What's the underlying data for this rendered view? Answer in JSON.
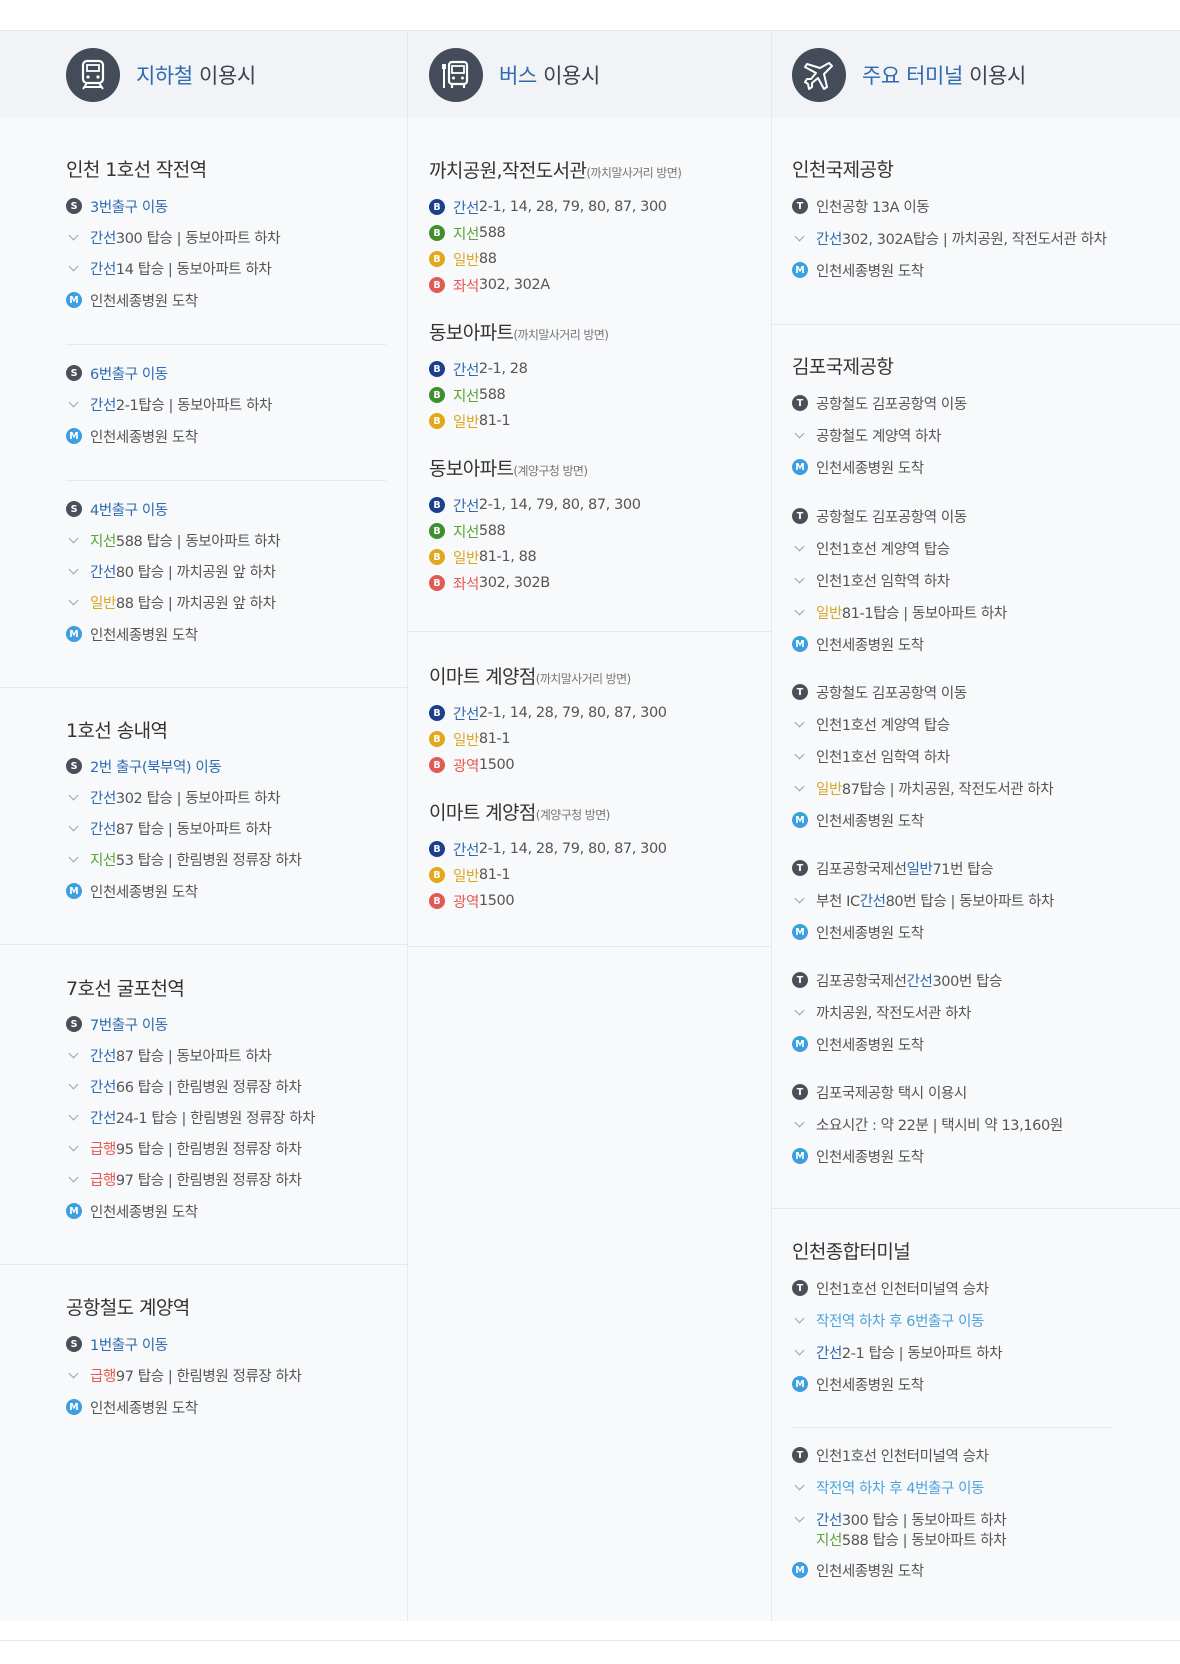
{
  "subway": {
    "title": "지하철 이용시",
    "title_hl": "지하철",
    "title_rest": " 이용시",
    "s1": {
      "title": "인천 1호선 작전역",
      "r1": {
        "step": "3번출구 이동",
        "a": "간선",
        "a_txt": " 300 탑승 | 동보아파트 하차",
        "b": "간선",
        "b_txt": " 14 탑승  |  동보아파트 하차",
        "end": "인천세종병원 도착"
      },
      "r2": {
        "step": "6번출구 이동",
        "a": "간선",
        "a_txt": " 2-1탑승 | 동보아파트 하차",
        "end": "인천세종병원 도착"
      },
      "r3": {
        "step": "4번출구 이동",
        "a": "지선",
        "a_txt": " 588 탑승 | 동보아파트 하차",
        "b": "간선",
        "b_txt": " 80 탑승 | 까치공원 앞 하차",
        "c": "일반",
        "c_txt": " 88 탑승 | 까치공원 앞 하차",
        "end": "인천세종병원 도착"
      }
    },
    "s2": {
      "title": "1호선 송내역",
      "step": "2번 출구(북부역) 이동",
      "a": "간선",
      "a_txt": " 302 탑승  |  동보아파트 하차",
      "b": "간선",
      "b_txt": " 87 탑승  |  동보아파트 하차",
      "c": "지선",
      "c_txt": " 53 탑승  |  한림병원 정류장 하차",
      "end": "인천세종병원 도착"
    },
    "s3": {
      "title": "7호선 굴포천역",
      "step": "7번출구 이동",
      "a": "간선",
      "a_txt": " 87 탑승 | 동보아파트 하차",
      "b": "간선",
      "b_txt": " 66 탑승  |  한림병원 정류장 하차",
      "c": "간선",
      "c_txt": " 24-1 탑승  | 한림병원 정류장 하차",
      "d": "급행",
      "d_txt": " 95 탑승  | 한림병원 정류장 하차",
      "e": "급행",
      "e_txt": " 97 탑승  | 한림병원 정류장 하차",
      "end": "인천세종병원 도착"
    },
    "s4": {
      "title": "공항철도 계양역",
      "step": "1번출구 이동",
      "a": "급행",
      "a_txt": " 97 탑승  |  한림병원 정류장 하차",
      "end": "인천세종병원 도착"
    }
  },
  "bus": {
    "title_hl": "버스",
    "title_rest": " 이용시",
    "s1": {
      "g1": {
        "title": "까치공원,작전도서관",
        "sub": "(까치말사거리 방면)",
        "l1": "간선",
        "v1": " 2-1, 14, 28, 79, 80, 87, 300",
        "l2": "지선",
        "v2": " 588",
        "l3": "일반",
        "v3": " 88",
        "l4": "좌석",
        "v4": " 302, 302A"
      },
      "g2": {
        "title": "동보아파트",
        "sub": "(까치말사거리 방면)",
        "l1": "간선",
        "v1": " 2-1, 28",
        "l2": "지선",
        "v2": " 588",
        "l3": "일반",
        "v3": " 81-1"
      },
      "g3": {
        "title": "동보아파트",
        "sub": "(계양구청 방면)",
        "l1": "간선",
        "v1": " 2-1, 14, 79, 80, 87, 300",
        "l2": "지선",
        "v2": " 588",
        "l3": "일반",
        "v3": " 81-1, 88",
        "l4": "좌석",
        "v4": " 302, 302B"
      }
    },
    "s2": {
      "g1": {
        "title": "이마트 계양점",
        "sub": "(까치말사거리 방면)",
        "l1": "간선",
        "v1": " 2-1, 14, 28, 79, 80, 87, 300",
        "l2": "일반",
        "v2": " 81-1",
        "l3": "광역",
        "v3": " 1500"
      },
      "g2": {
        "title": "이마트 계양점",
        "sub": "(계양구청 방면)",
        "l1": "간선",
        "v1": " 2-1, 14, 28, 79, 80, 87, 300",
        "l2": "일반",
        "v2": " 81-1",
        "l3": "광역",
        "v3": " 1500"
      }
    }
  },
  "terminal": {
    "title_hl": "주요 터미널",
    "title_rest": " 이용시",
    "s1": {
      "title": "인천국제공항",
      "step": "인천공항 13A 이동",
      "a": "간선",
      "a_txt": " 302, 302A탑승  |  까치공원, 작전도서관 하차",
      "end": "인천세종병원 도착"
    },
    "s2": {
      "title": "김포국제공항",
      "r1": {
        "step": "공항철도 김포공항역 이동",
        "a": "공항철도 계양역 하차",
        "end": "인천세종병원 도착"
      },
      "r2": {
        "step": "공항철도 김포공항역 이동",
        "a": "인천1호선 계양역 탑승",
        "b": "인천1호선 임학역 하차",
        "c": "일반",
        "c_txt": " 81-1탑승  |  동보아파트 하차",
        "end": "인천세종병원 도착"
      },
      "r3": {
        "step": "공항철도 김포공항역 이동",
        "a": "인천1호선 계양역 탑승",
        "b": "인천1호선 임학역 하차",
        "c": "일반",
        "c_txt": " 87탑승  |  까치공원, 작전도서관 하차",
        "end": "인천세종병원 도착"
      },
      "r4": {
        "step_a": "김포공항국제선 ",
        "step_hl": "일반",
        "step_b": " 71번 탑승",
        "a_pre": "부천 IC ",
        "a": "간선",
        "a_txt": " 80번 탑승  |  동보아파트 하차",
        "end": "인천세종병원 도착"
      },
      "r5": {
        "step_a": "김포공항국제선 ",
        "step_hl": "간선",
        "step_b": " 300번 탑승",
        "a": "까치공원, 작전도서관 하차",
        "end": "인천세종병원 도착"
      },
      "r6": {
        "step": "김포국제공항 택시 이용시",
        "a": "소요시간 : 약 22분  |  택시비 약 13,160원",
        "end": "인천세종병원 도착"
      }
    },
    "s3": {
      "title": "인천종합터미널",
      "r1": {
        "step": "인천1호선 인천터미널역 승차",
        "a": "작전역 하차 후 6번출구 이동",
        "b": "간선",
        "b_txt": " 2-1 탑승  |  동보아파트 하차",
        "end": "인천세종병원 도착"
      },
      "r2": {
        "step": "인천1호선 인천터미널역 승차",
        "a": "작전역 하차 후 4번출구 이동",
        "b": "간선",
        "b_txt": " 300 탑승  |  동보아파트 하차",
        "c": "지선",
        "c_txt": " 588 탑승  |  동보아파트 하차",
        "end": "인천세종병원 도착"
      }
    }
  },
  "icons": {
    "s": "S",
    "t": "T",
    "m": "M",
    "b": "B"
  }
}
